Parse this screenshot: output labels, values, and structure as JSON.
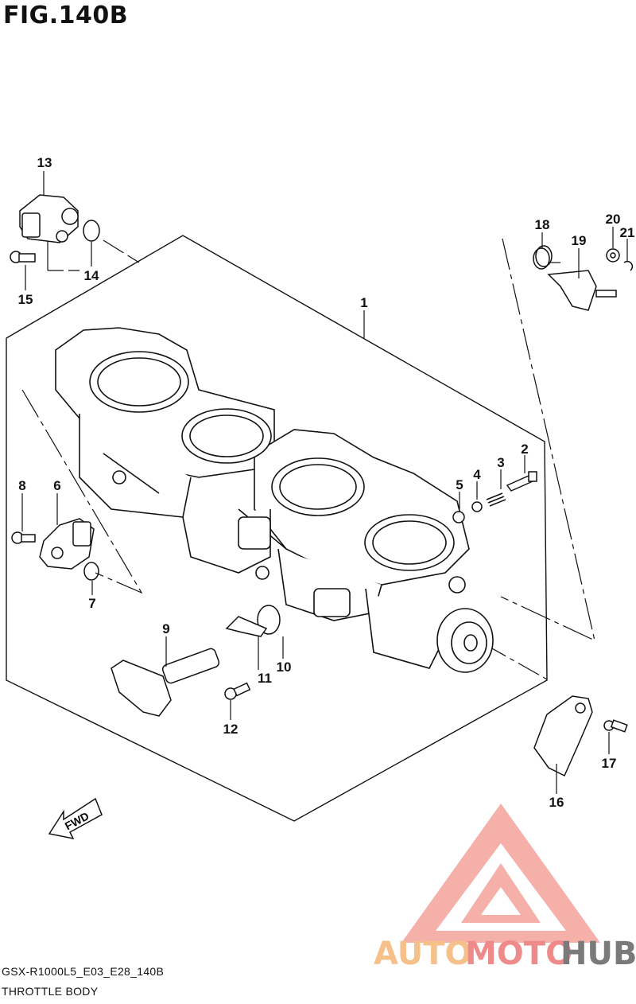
{
  "figure": {
    "title": "FIG.140B"
  },
  "fwd_label": "FWD",
  "footer": {
    "code": "GSX-R1000L5_E03_E28_140B",
    "name": "THROTTLE BODY"
  },
  "watermark": {
    "prefix": "AUTO",
    "middle": "MOTO",
    "suffix": "HUB",
    "colors": {
      "auto": "#f5c089",
      "moto": "#ee8a8a",
      "hub": "#7a7a7a",
      "logo": "#f08a80"
    }
  },
  "callouts": {
    "c1": "1",
    "c2": "2",
    "c3": "3",
    "c4": "4",
    "c5": "5",
    "c6": "6",
    "c7": "7",
    "c8": "8",
    "c9": "9",
    "c10": "10",
    "c11": "11",
    "c12": "12",
    "c13": "13",
    "c14": "14",
    "c15": "15",
    "c16": "16",
    "c17": "17",
    "c18": "18",
    "c19": "19",
    "c20": "20",
    "c21": "21"
  }
}
